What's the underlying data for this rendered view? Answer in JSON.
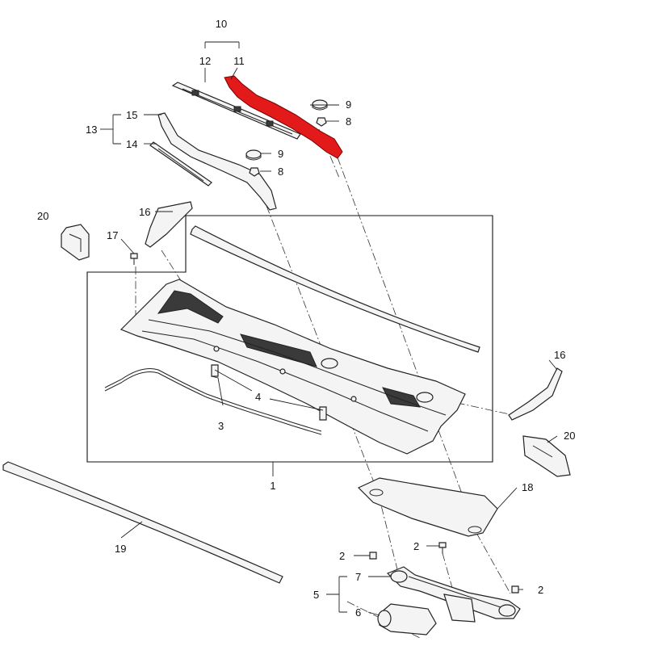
{
  "callouts": {
    "c1": "1",
    "c2a": "2",
    "c2b": "2",
    "c2c": "2",
    "c3": "3",
    "c4": "4",
    "c5": "5",
    "c6": "6",
    "c7": "7",
    "c8a": "8",
    "c8b": "8",
    "c9a": "9",
    "c9b": "9",
    "c10": "10",
    "c11": "11",
    "c12": "12",
    "c13": "13",
    "c14": "14",
    "c15": "15",
    "c16a": "16",
    "c16b": "16",
    "c17": "17",
    "c18": "18",
    "c19": "19",
    "c20a": "20",
    "c20b": "20"
  },
  "colors": {
    "highlight_part": "#e21a1a",
    "line": "#222222",
    "background": "#ffffff"
  },
  "highlighted_part": "11"
}
